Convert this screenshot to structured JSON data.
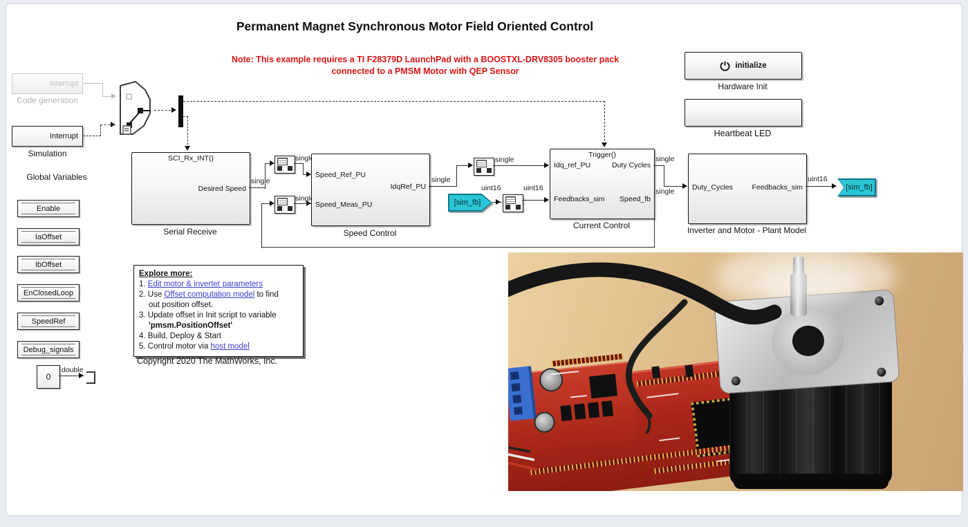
{
  "title": "Permanent Magnet Synchronous Motor Field Oriented Control",
  "note": {
    "line1": "Note: This example requires a TI F28379D LaunchPad with a BOOSTXL-DRV8305 booster pack",
    "line2": "connected to a PMSM Motor with QEP Sensor",
    "color": "#dc1414"
  },
  "left_panel": {
    "codegen": {
      "port": "Interrupt",
      "label": "Code generation"
    },
    "simulation": {
      "port": "Interrupt",
      "label": "Simulation"
    },
    "globals_title": "Global Variables",
    "data_stores": [
      "Enable",
      "IaOffset",
      "IbOffset",
      "EnClosedLoop",
      "SpeedRef",
      "Debug_signals"
    ],
    "constant_value": "0",
    "constant_type": "double"
  },
  "types": {
    "single": "single",
    "uint16": "uint16"
  },
  "blocks": {
    "serial_receive": {
      "trigger_port": "SCI_Rx_INT()",
      "out_port": "Desired Speed",
      "name": "Serial Receive"
    },
    "speed_control": {
      "in1": "Speed_Ref_PU",
      "in2": "Speed_Meas_PU",
      "out1": "IdqRef_PU",
      "name": "Speed Control"
    },
    "current_control": {
      "trigger_port": "Trigger()",
      "in1": "Idq_ref_PU",
      "in2": "Feedbacks_sim",
      "out1": "Duty Cycles",
      "out2": "Speed_fb",
      "name": "Current Control"
    },
    "plant": {
      "in1": "Duty_Cycles",
      "out1": "Feedbacks_sim",
      "name": "Inverter and Motor - Plant Model"
    },
    "hardware_init": {
      "button_label": "initialize",
      "name": "Hardware Init"
    },
    "heartbeat_led": {
      "name": "Heartbeat LED"
    }
  },
  "tags": {
    "from_sim_fb": "[sim_fb]",
    "goto_sim_fb": "[sim_fb]",
    "fill": "#2cc5d6"
  },
  "explore": {
    "heading": "Explore more:",
    "i1_pre": "1. ",
    "i1_link": "Edit motor & inverter parameters",
    "i2_pre": "2. Use ",
    "i2_link": "Offset computation model",
    "i2_post": " to find",
    "i2_cont": "out position offset.",
    "i3_line1": "3. Update offset in Init script to variable",
    "i3_bold": "'pmsm.PositionOffset'",
    "i4": "4. Build, Deploy & Start",
    "i5_pre": "5. Control motor via ",
    "i5_link": "host model"
  },
  "copyright": "Copyright 2020 The MathWorks, Inc.",
  "photo_colors": {
    "desk": "#d9b584",
    "pcb": "#b02b1d",
    "terminal_block": "#3a6fd0",
    "motor_body": "#121212",
    "motor_plate": "#c7c7c7"
  }
}
